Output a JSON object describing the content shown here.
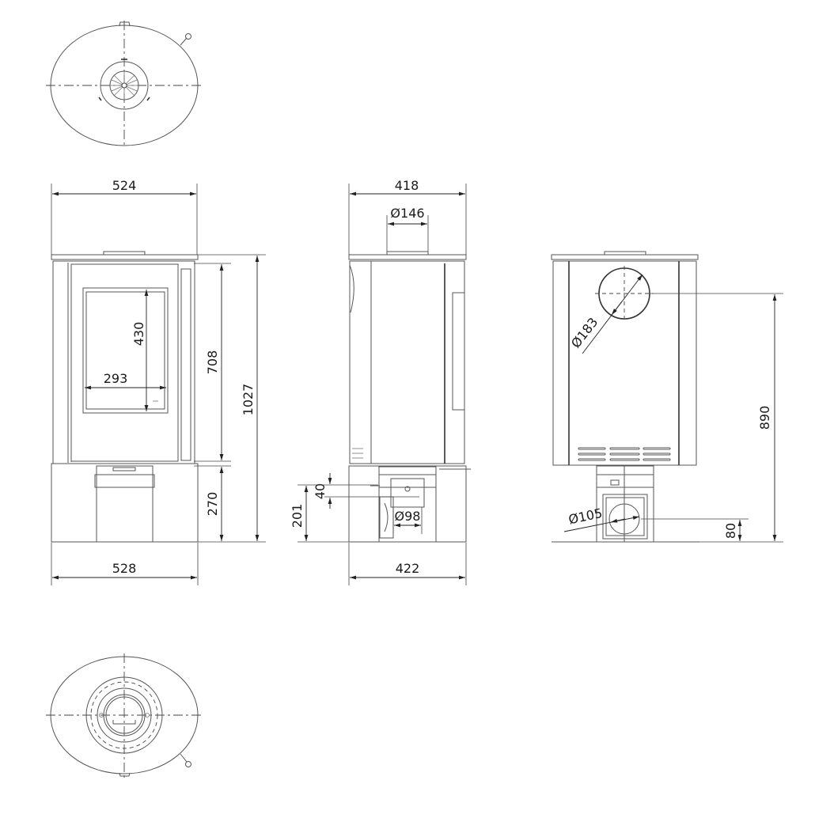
{
  "drawing": {
    "views": {
      "top": {
        "label": "top-view"
      },
      "front": {
        "width_top": "524",
        "width_base": "528",
        "window_height": "430",
        "window_width": "293",
        "door_height": "708",
        "total_height": "1027",
        "base_height": "270"
      },
      "side": {
        "depth_top": "418",
        "depth_base": "422",
        "flue_top_diameter": "Ø146",
        "air_inlet_diameter": "Ø98",
        "air_inlet_offset": "40",
        "air_inlet_height": "201"
      },
      "rear": {
        "flue_rear_diameter": "Ø183",
        "flue_rear_height": "890",
        "air_rear_diameter": "Ø105",
        "air_rear_height": "80"
      },
      "bottom": {
        "label": "bottom-view"
      }
    },
    "colors": {
      "line": "#555555",
      "text": "#1a1a1a",
      "background": "#ffffff"
    }
  }
}
